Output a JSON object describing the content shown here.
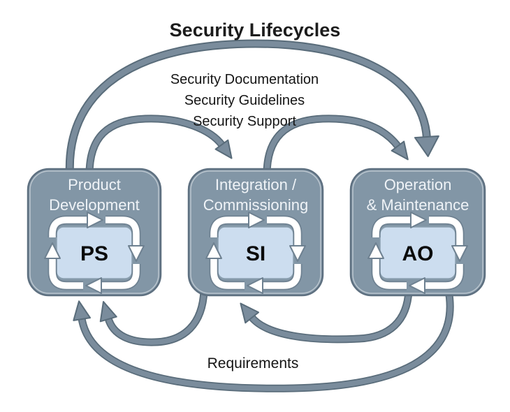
{
  "title": "Security Lifecycles",
  "forward_flow": {
    "labels": [
      "Security Documentation",
      "Security Guidelines",
      "Security Support"
    ]
  },
  "feedback_flow": {
    "label": "Requirements"
  },
  "stages": [
    {
      "name_line1": "Product",
      "name_line2": "Development",
      "code": "PS"
    },
    {
      "name_line1": "Integration /",
      "name_line2": "Commissioning",
      "code": "SI"
    },
    {
      "name_line1": "Operation",
      "name_line2": "& Maintenance",
      "code": "AO"
    }
  ],
  "colors": {
    "box_fill": "#8296A6",
    "box_border": "#5E7080",
    "inner_box_fill": "#CCDDEF",
    "flow_arrow": "#7A8C9C",
    "flow_arrow_outline": "#596C7A",
    "cycle_arrow": "#FFFFFF",
    "text_dark": "#151515",
    "text_light": "#EFF3F7"
  }
}
